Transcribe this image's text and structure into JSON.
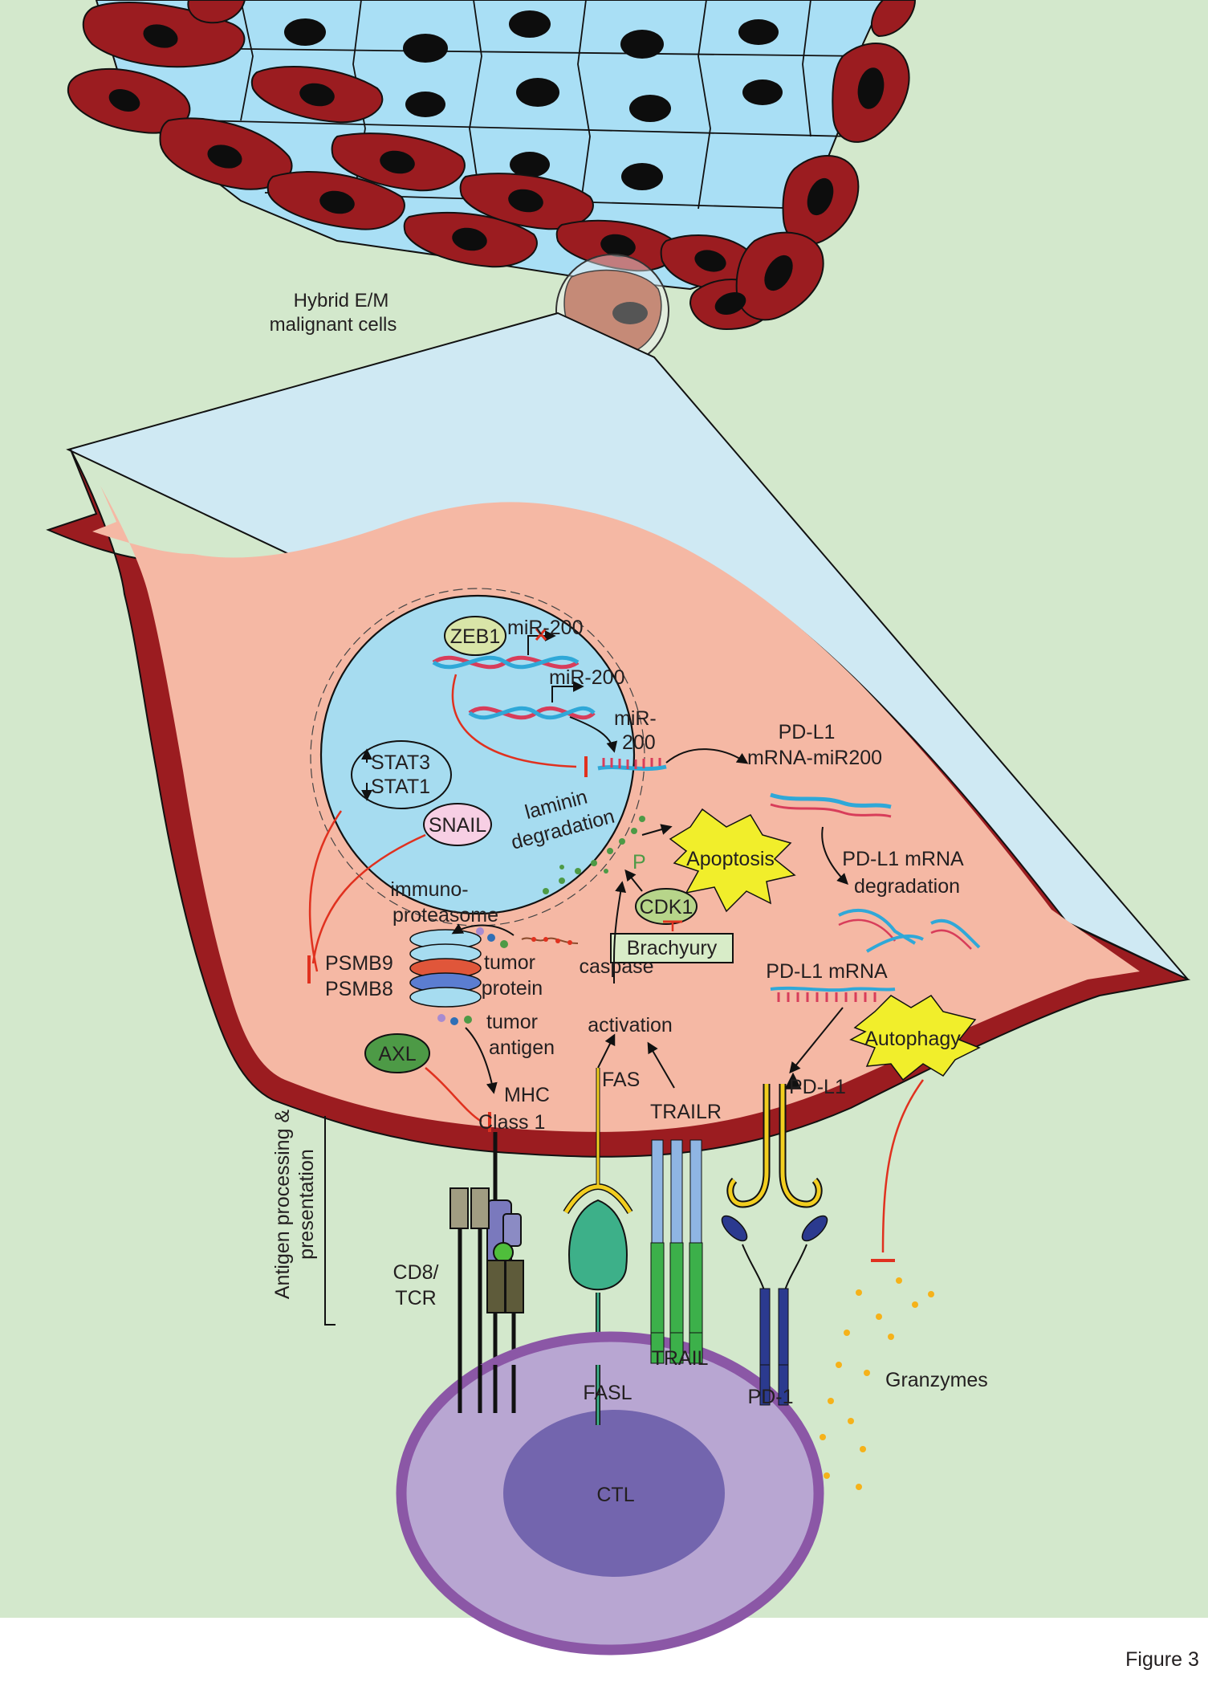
{
  "figure_label": "Figure 3",
  "colors": {
    "background": "#d3e8cc",
    "epithelial_cell": "#a9dff5",
    "mesenchymal_cell": "#9b1c20",
    "cytoplasm": "#f5b8a4",
    "nucleus": "#a6dcf0",
    "ctl_outer": "#b8a6d2",
    "ctl_nucleus": "#7365ae",
    "inhibition": "#e0311f",
    "green_dots": "#4d9a46",
    "granzymes": "#f5b21a",
    "burst": "#f1ee2b"
  },
  "labels": {
    "hybrid_cells": [
      "Hybrid E/M",
      "malignant cells"
    ],
    "zeb1": "ZEB1",
    "mir200_a": "miR-200",
    "mir200_b": "miR-200",
    "mir200_c": [
      "miR-",
      "200"
    ],
    "stat3": "STAT3",
    "stat1": "STAT1",
    "snail": "SNAIL",
    "laminin": [
      "laminin",
      "degradation"
    ],
    "phospho": "P",
    "apoptosis": "Apoptosis",
    "cdk1": "CDK1",
    "brachyury": "Brachyury",
    "pdl1_mir200": [
      "PD-L1",
      "mRNA-miR200"
    ],
    "pdl1_degradation": [
      "PD-L1 mRNA",
      "degradation"
    ],
    "immunoproteasome": [
      "immuno-",
      "proteasome"
    ],
    "psmb9": "PSMB9",
    "psmb8": "PSMB8",
    "tumor_protein": [
      "tumor",
      "protein"
    ],
    "tumor_antigen": [
      "tumor",
      "antigen"
    ],
    "caspase": [
      "caspase",
      "activation"
    ],
    "pdl1_mrna": "PD-L1 mRNA",
    "autophagy": "Autophagy",
    "axl": "AXL",
    "mhc": [
      "MHC",
      "Class 1"
    ],
    "fas": "FAS",
    "trailr": "TRAILR",
    "pdl1": "PD-L1",
    "antigen_processing": [
      "Antigen processing &",
      "presentation"
    ],
    "cd8_tcr": [
      "CD8/",
      "TCR"
    ],
    "fasl": "FASL",
    "trail": "TRAIL",
    "pd1": "PD-1",
    "granzymes": "Granzymes",
    "ctl": "CTL"
  }
}
